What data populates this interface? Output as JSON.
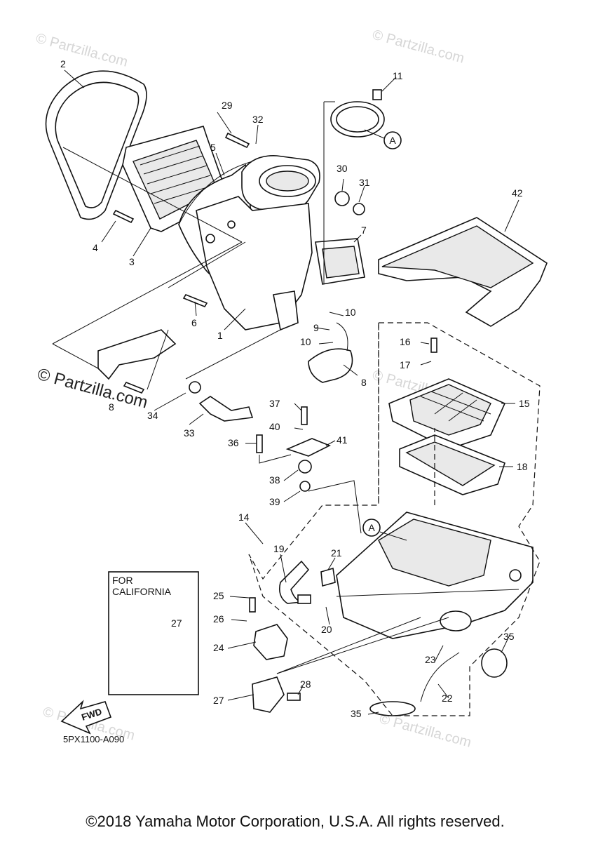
{
  "watermark": "© Partzilla.com",
  "diagram_code": "5PX1100-A090",
  "california_box": {
    "line1": "FOR",
    "line2": "CALIFORNIA"
  },
  "fwd_label": "FWD",
  "ref_marker": "A",
  "copyright": "©2018 Yamaha Motor Corporation, U.S.A. All rights reserved.",
  "callouts": {
    "p1": "1",
    "p2": "2",
    "p3": "3",
    "p4": "4",
    "p5": "5",
    "p6": "6",
    "p7": "7",
    "p8": "8",
    "p9": "9",
    "p10a": "10",
    "p10b": "10",
    "p11": "11",
    "p14": "14",
    "p15": "15",
    "p16": "16",
    "p17": "17",
    "p18": "18",
    "p19": "19",
    "p20": "20",
    "p21": "21",
    "p22": "22",
    "p23": "23",
    "p24": "24",
    "p25": "25",
    "p26": "26",
    "p27a": "27",
    "p27b": "27",
    "p28": "28",
    "p29": "29",
    "p30": "30",
    "p31": "31",
    "p32": "32",
    "p33": "33",
    "p34": "34",
    "p35a": "35",
    "p35b": "35",
    "p36": "36",
    "p37": "37",
    "p38": "38",
    "p39": "39",
    "p40": "40",
    "p41": "41",
    "p42": "42",
    "p8b": "8"
  }
}
